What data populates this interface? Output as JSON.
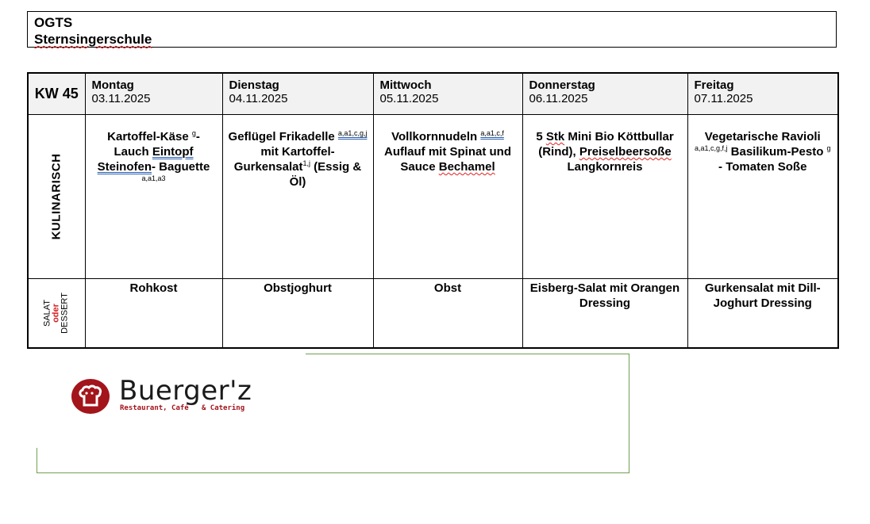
{
  "header": {
    "line1": "OGTS",
    "line2": "Sternsingerschule"
  },
  "table": {
    "week_label": "KW 45",
    "days": [
      {
        "name": "Montag",
        "date": "03.11.2025"
      },
      {
        "name": "Dienstag",
        "date": "04.11.2025"
      },
      {
        "name": "Mittwoch",
        "date": "05.11.2025"
      },
      {
        "name": "Donnerstag",
        "date": "06.11.2025"
      },
      {
        "name": "Freitag",
        "date": "07.11.2025"
      }
    ],
    "rows": {
      "kulinarisch_label": "KULINARISCH",
      "dessert_label": {
        "salat": "SALAT",
        "oder": "oder",
        "dessert": "DESSERT"
      }
    },
    "dishes": [
      {
        "p1": "Kartoffel-Käse ",
        "s1": "g",
        "p2": "-Lauch ",
        "u1": "Eintopf",
        "p3": " ",
        "u2": "Steinofen",
        "p4": "- Baguette",
        "allergens": "a,a1,a3"
      },
      {
        "p1": "Geflügel Frikadelle ",
        "s1": "a,a1,c,g,j",
        "p2": " mit Kartoffel-Gurkensalat",
        "s2": "1,j",
        "p3": " (Essig & Öl)"
      },
      {
        "p1": "Vollkornnudeln ",
        "s1": "a,a1,c,f",
        "p2": " Auflauf mit Spinat und Sauce ",
        "u1": "Bechamel"
      },
      {
        "p1": "5 ",
        "u1": "Stk",
        "p2": " Mini Bio Köttbullar (Rind), ",
        "u2": "Preiselbeersoße",
        "p3": " Langkornreis"
      },
      {
        "p1": "Vegetarische Ravioli ",
        "s1": "a,a1,c,g,f,j",
        "p2": " Basilikum-Pesto ",
        "s2": "g",
        "p3": " - Tomaten Soße"
      }
    ],
    "sides": [
      "Rohkost",
      "Obstjoghurt",
      "Obst",
      "Eisberg-Salat mit Orangen Dressing",
      "Gurkensalat mit Dill-Joghurt Dressing"
    ]
  },
  "logo": {
    "name": "Buerger'z",
    "tagline": "Restaurant, Café   & Catering",
    "icon": "chef-hat-icon",
    "color": "#a3141b"
  },
  "colors": {
    "header_bg": "#f2f2f2",
    "frame_green": "#70a050",
    "accent_red": "#d42020"
  }
}
